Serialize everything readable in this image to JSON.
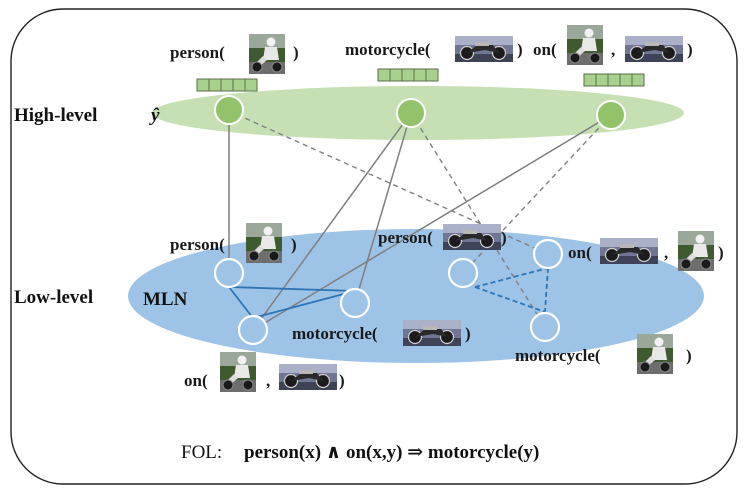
{
  "levels": {
    "high": "High-level",
    "low": "Low-level",
    "mln": "MLN",
    "yhat": "ŷ"
  },
  "high_level_labels": {
    "person": "person(",
    "person_close": ")",
    "motorcycle": "motorcycle(",
    "motorcycle_close": ")",
    "on": "on(",
    "on_comma": ",",
    "on_close": ")"
  },
  "low_level_labels": {
    "person": "person(",
    "person_close": ")",
    "person2": "person(",
    "person2_close": ")",
    "on_right": "on(",
    "on_right_comma": ",",
    "on_right_close": ")",
    "motorcycle_mid": "motorcycle(",
    "motorcycle_mid_close": ")",
    "motorcycle_right": "motorcycle(",
    "motorcycle_right_close": ")",
    "on_bottom": "on(",
    "on_bottom_comma": ",",
    "on_bottom_close": ")"
  },
  "formula": {
    "prefix": "FOL:",
    "body": "person(x) ∧ on(x,y) ⇒ motorcycle(y)"
  },
  "colors": {
    "high_ellipse": "#c6e0b4",
    "high_node": "#92c26a",
    "low_ellipse": "#9dc3e6",
    "low_edge": "#2e75b6",
    "conn_edge": "#808080",
    "vector_fill": "#a9d18e",
    "frame": "#222222"
  },
  "icons": {
    "person_thumb": "rider-photo-icon",
    "motorcycle_thumb": "motorcycle-photo-icon"
  }
}
